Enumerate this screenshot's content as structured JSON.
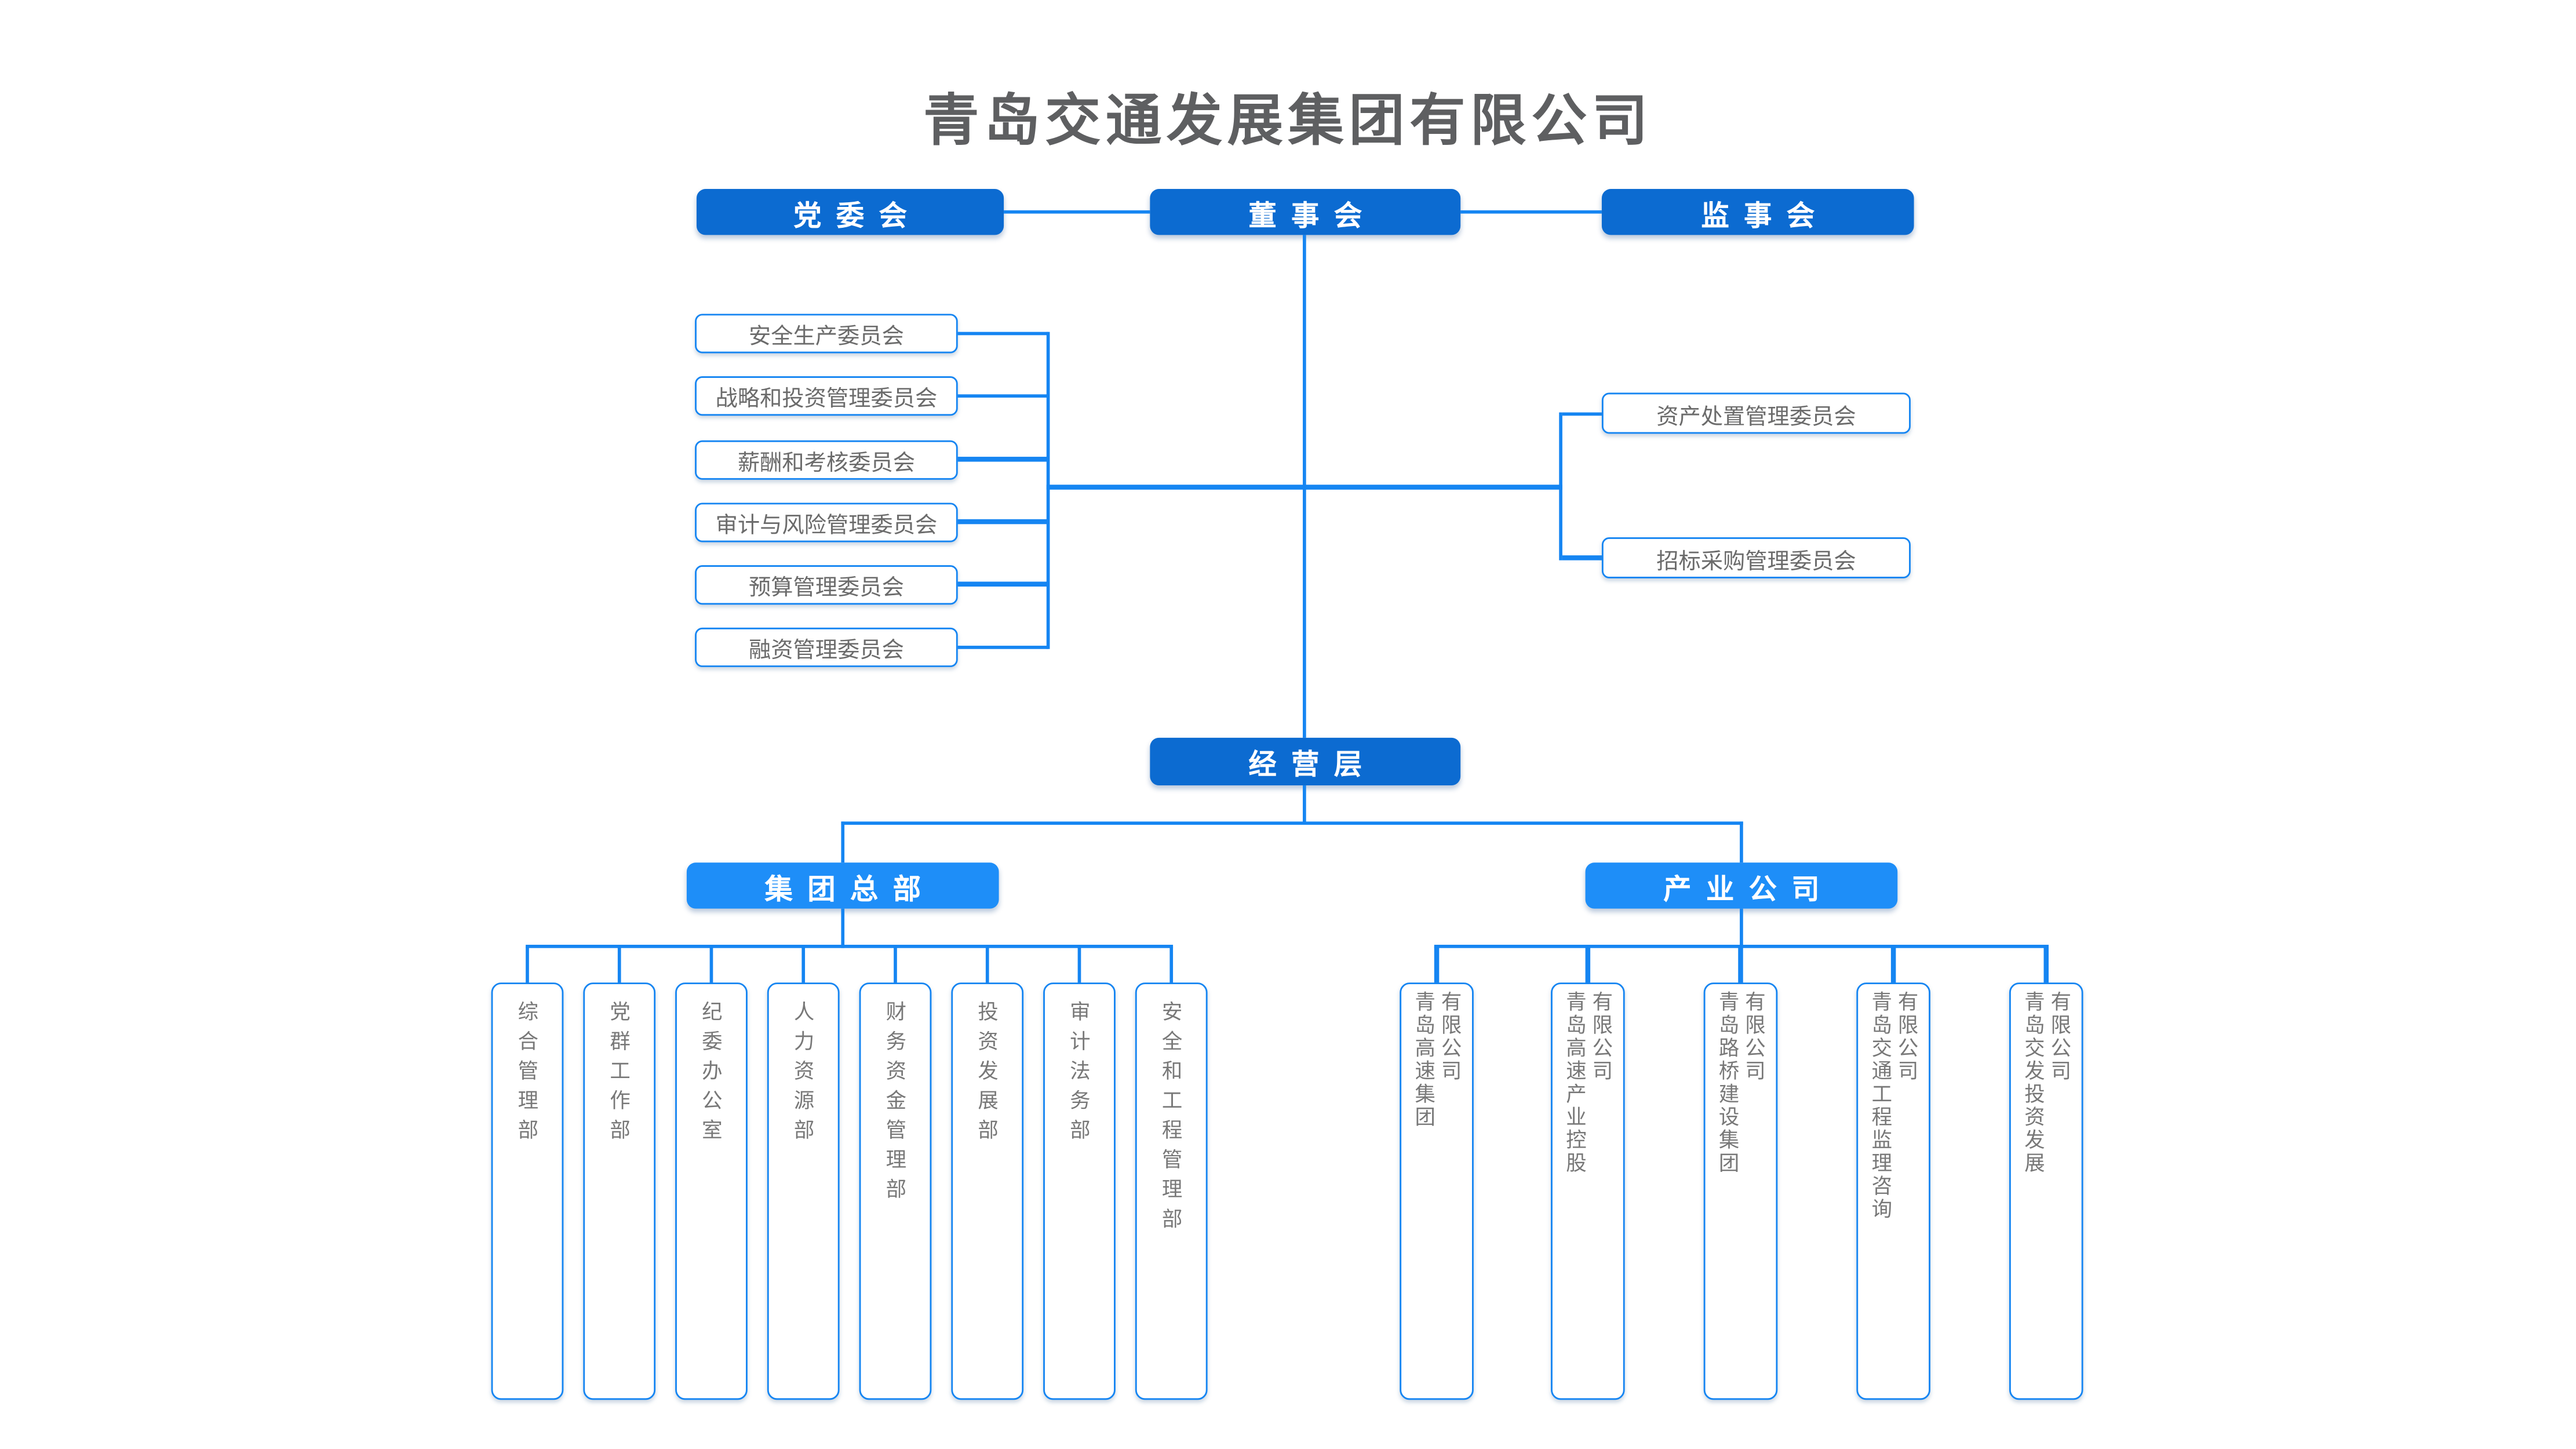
{
  "title": "青岛交通发展集团有限公司",
  "governance": {
    "party_committee": "党委会",
    "board_of_directors": "董事会",
    "supervisory_board": "监事会"
  },
  "board_committees_left": [
    "安全生产委员会",
    "战略和投资管理委员会",
    "薪酬和考核委员会",
    "审计与风险管理委员会",
    "预算管理委员会",
    "融资管理委员会"
  ],
  "board_committees_right": [
    "资产处置管理委员会",
    "招标采购管理委员会"
  ],
  "management_layer": "经营层",
  "divisions": {
    "headquarters": "集团总部",
    "industry": "产业公司"
  },
  "hq_departments": [
    "综合管理部",
    "党群工作部",
    "纪委办公室",
    "人力资源部",
    "财务资金管理部",
    "投资发展部",
    "审计法务部",
    "安全和工程管理部"
  ],
  "industry_companies": [
    {
      "name": "青岛高速集团",
      "suffix": "有限公司"
    },
    {
      "name": "青岛高速产业控股",
      "suffix": "有限公司"
    },
    {
      "name": "青岛路桥建设集团",
      "suffix": "有限公司"
    },
    {
      "name": "青岛交通工程监理咨询",
      "suffix": "有限公司"
    },
    {
      "name": "青岛交发投资发展",
      "suffix": "有限公司"
    }
  ],
  "colors": {
    "primary_node_blue": "#0c6bd1",
    "secondary_node_blue": "#1e8ef8",
    "connector_blue": "#1585f2",
    "box_border_blue": "#1585f2",
    "committee_text_gray": "#6b6b6b",
    "vertical_text_gray": "#787878",
    "title_gray": "#5e5f61",
    "node_text_white": "#ffffff"
  }
}
